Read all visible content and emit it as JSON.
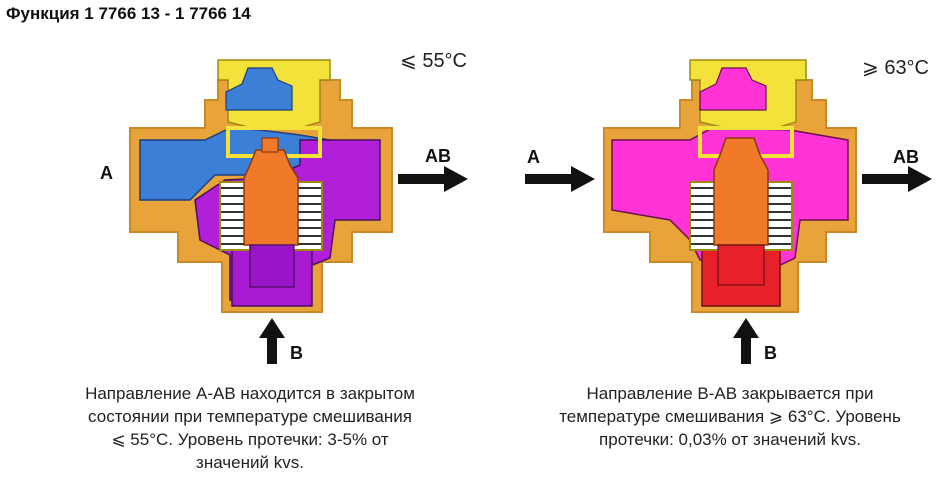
{
  "title": "Функция 1 7766 13 - 1 7766 14",
  "left": {
    "temperature": "⩽ 55°C",
    "port_a": "A",
    "port_ab": "AB",
    "port_b": "B",
    "description": [
      "Направление A-AB находится в закрытом",
      "состоянии при температуре смешивания",
      "⩽  55°C. Уровень протечки: 3-5% от",
      "значений kvs."
    ]
  },
  "right": {
    "temperature": "⩾ 63°C",
    "port_a": "A",
    "port_ab": "AB",
    "port_b": "B",
    "description": [
      "Направление B-AB закрывается при",
      "температуре смешивания ⩾ 63°C. Уровень",
      "протечки: 0,03% от значений kvs."
    ]
  },
  "colors": {
    "housing": "#e8a43a",
    "cold": "#3b7fd6",
    "mixed": "#b21fd9",
    "hot": "#ff33d6",
    "hot_dark": "#e8202a",
    "cap": "#f2e23a",
    "element": "#f07a2a"
  }
}
